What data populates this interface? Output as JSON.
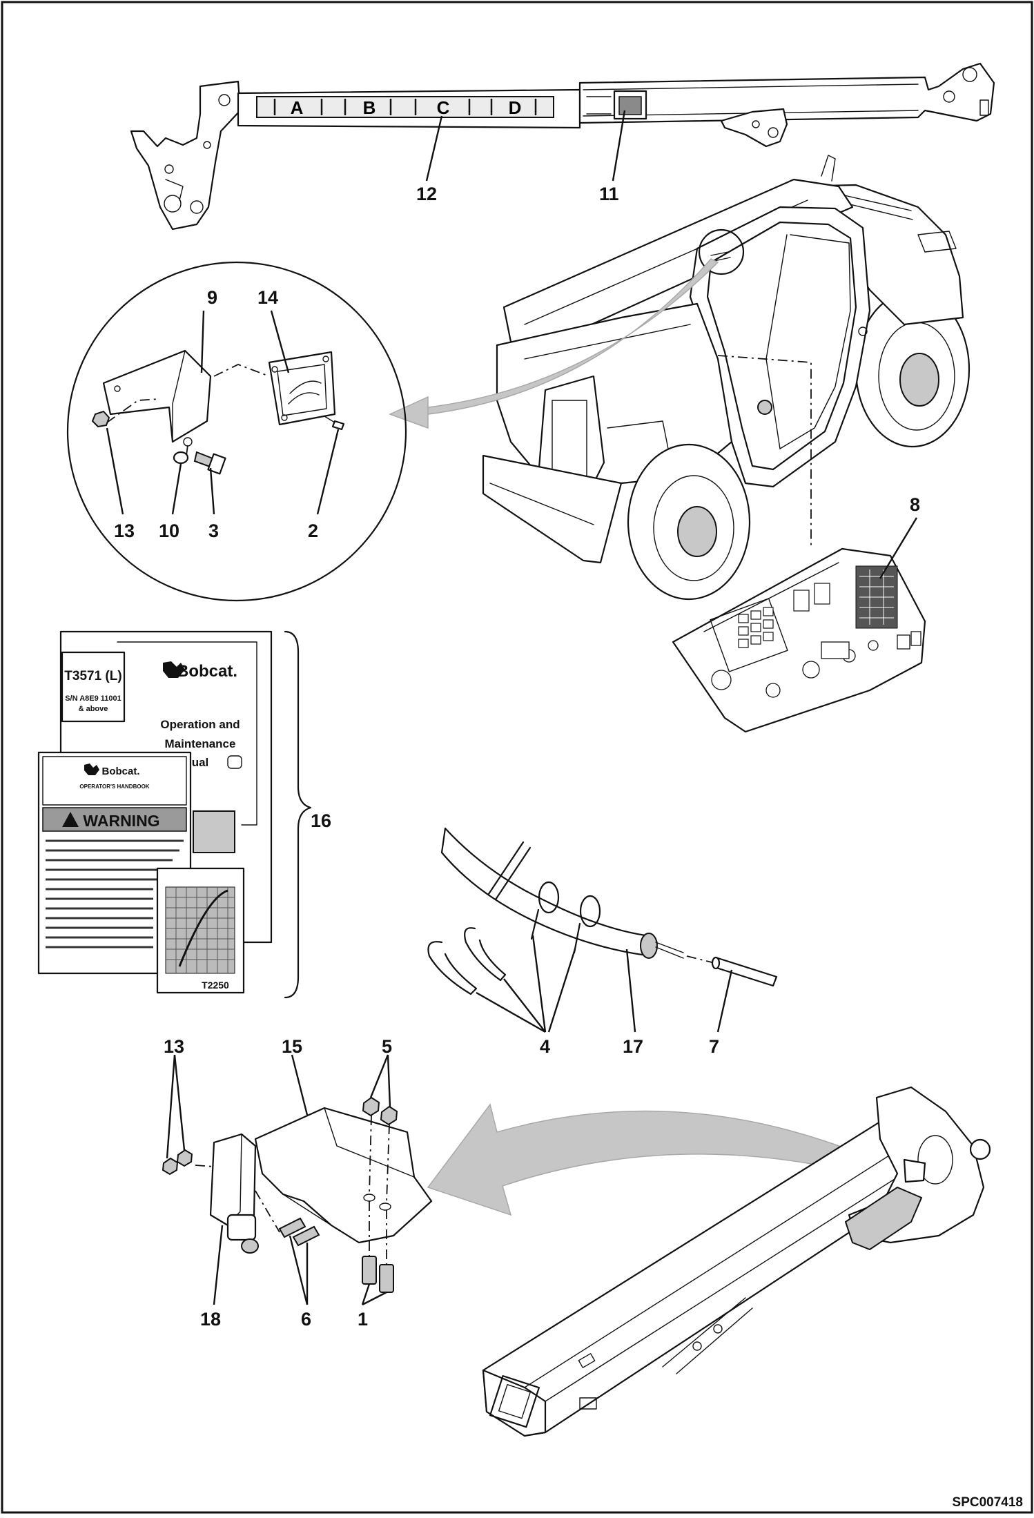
{
  "figure": {
    "drawing_id": "SPC007418",
    "callouts": {
      "c1": "1",
      "c2": "2",
      "c3": "3",
      "c4": "4",
      "c5": "5",
      "c6": "6",
      "c7": "7",
      "c8": "8",
      "c9": "9",
      "c10": "10",
      "c11": "11",
      "c12": "12",
      "c13a": "13",
      "c13b": "13",
      "c14": "14",
      "c15": "15",
      "c16": "16",
      "c17": "17",
      "c18": "18"
    }
  },
  "boom_decal": {
    "letters": [
      "A",
      "B",
      "C",
      "D"
    ]
  },
  "manual": {
    "model": "T3571 (L)",
    "serial_line1": "S/N A8E9 11001",
    "serial_line2": "& above",
    "brand": "Bobcat.",
    "title_line1": "Operation and",
    "title_line2": "Maintenance",
    "title_line3": "ual"
  },
  "warning_decal": {
    "brand": "Bobcat.",
    "subtitle": "OPERATOR'S HANDBOOK",
    "warning": "WARNING"
  },
  "chart_decal": {
    "model": "T2250"
  }
}
